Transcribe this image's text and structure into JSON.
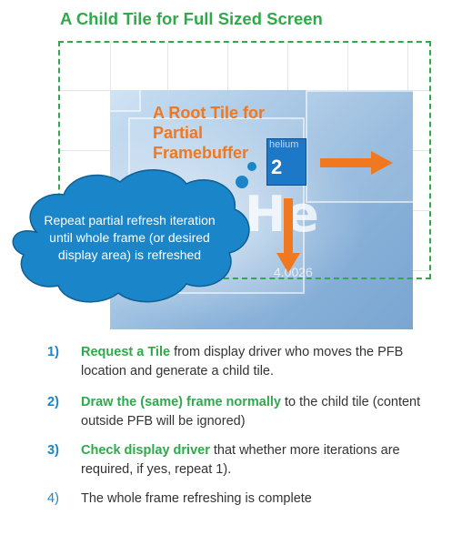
{
  "title": "A Child Tile for Full Sized Screen",
  "root_label": "A Root Tile for Partial Framebuffer",
  "cloud_text": "Repeat partial refresh iteration until whole frame (or desired display area) is refreshed",
  "photo_text": {
    "element_name": "helium",
    "atomic_number": "2",
    "symbol": "He",
    "mass": "4.0026"
  },
  "steps": [
    {
      "number": "1)",
      "highlight": "Request a Tile",
      "rest": " from display driver who moves the PFB location and generate a child tile."
    },
    {
      "number": "2)",
      "highlight": "Draw the (same) frame normally",
      "rest": " to the child tile (content outside PFB will be ignored)"
    },
    {
      "number": "3)",
      "highlight": "Check display driver",
      "rest": " that whether more iterations are required, if yes, repeat 1)."
    },
    {
      "number": "4)",
      "highlight": "",
      "rest": "The whole frame refreshing is complete"
    }
  ],
  "colors": {
    "green": "#2eaa4a",
    "orange": "#f07821",
    "cloud": "#1a85c8",
    "tile_blue": "#1e78c8",
    "step_number": "#1a85c8"
  }
}
